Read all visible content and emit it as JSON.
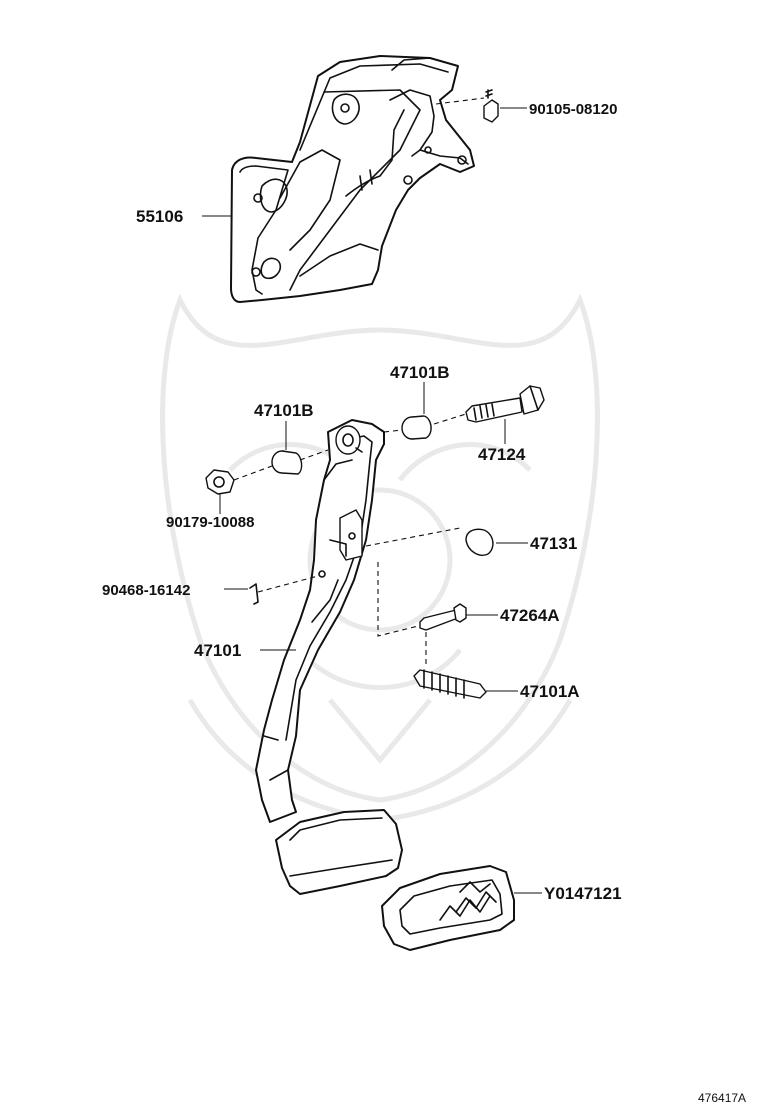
{
  "diagram_id": "476417A",
  "parts": {
    "p55106": "55106",
    "p90105": "90105-08120",
    "p47101b_top": "47101B",
    "p47101b_left": "47101B",
    "p47124": "47124",
    "p90179": "90179-10088",
    "p47131": "47131",
    "p90468": "90468-16142",
    "p47264a": "47264A",
    "p47101": "47101",
    "p47101a": "47101A",
    "py0147121": "Y0147121"
  }
}
